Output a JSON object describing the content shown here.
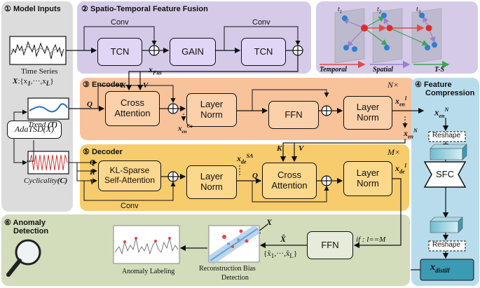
{
  "panels": {
    "inputs": {
      "num": "①",
      "title": "Model Inputs"
    },
    "fusion": {
      "num": "②",
      "title": "Spatio-Temporal Feature Fusion"
    },
    "encoder": {
      "num": "③",
      "title": "Encoder",
      "repeat": "N×"
    },
    "compression": {
      "num": "④",
      "title_line1": "Feature",
      "title_line2": "Compression"
    },
    "decoder": {
      "num": "⑤",
      "title": "Decoder",
      "repeat": "M×"
    },
    "detection": {
      "num": "⑥",
      "title_line1": "Anomaly",
      "title_line2": "Detection"
    }
  },
  "inputs": {
    "time_series_label": "Time Series",
    "x_label": "X",
    "x_set": ":{x",
    "x_set_tail": ",···,x",
    "x_set_end": "}",
    "trend_label": "Trend",
    "trend_symbol": "(T)",
    "adatsd_label": "AdaTSD(X)",
    "cyclicality_label": "Cyclicality",
    "cyclicality_symbol": "(C)"
  },
  "fusion": {
    "conv_left": "Conv",
    "tcn_left": "TCN",
    "gain": "GAIN",
    "conv_right": "Conv",
    "tcn_right": "TCN",
    "x_fus": "x",
    "x_fus_sub": "Fus"
  },
  "st_legend": {
    "t1": "t",
    "t2": "t",
    "t3": "t",
    "temporal": "Temporal",
    "spatial": "Spatial",
    "ts": "T-S"
  },
  "encoder": {
    "cross_attention": "Cross\nAttention",
    "layer_norm_1": "Layer\nNorm",
    "ffn": "FFN",
    "layer_norm_2": "Layer\nNorm",
    "q": "Q",
    "k": "K",
    "v": "V",
    "x_en_ca": "x",
    "x_en_l": "x",
    "x_en_n": "x"
  },
  "decoder": {
    "kl_sparse": "KL-Sparse\nSelf-Attention",
    "layer_norm_1": "Layer\nNorm",
    "cross_attention": "Cross\nAttention",
    "layer_norm_2": "Layer\nNorm",
    "conv": "Conv",
    "x_de_sa": "x",
    "x_de_l": "x"
  },
  "compression": {
    "x_en_n": "x",
    "reshape_top": "Reshape",
    "sfc": "SFC",
    "reshape_bottom": "Reshape",
    "x_distill": "x",
    "x_distill_sub": "distill"
  },
  "detection": {
    "ffn": "FFN",
    "condition": "if : l==M",
    "x_hat": "X̂",
    "x_hat_set": "{x̂",
    "x_hat_set_tail": ",···,x̂",
    "x_hat_set_end": "}",
    "x_label": "X",
    "reconstruction_line1": "Reconstruction Bias",
    "reconstruction_line2": "Detection",
    "anomaly_labeling": "Anomaly Labeling"
  },
  "colors": {
    "inputs_bg": "#dcdcdc",
    "fusion_bg": "#d5cbe9",
    "legend_bg": "#d5cbe9",
    "encoder_bg": "#f8c29a",
    "compression_bg": "#b9dcec",
    "decoder_bg": "#f7cc6c",
    "detection_bg": "#d3dcbb",
    "temporal": "#e04a4a",
    "spatial": "#9b7fd0",
    "ts": "#3aa653"
  }
}
